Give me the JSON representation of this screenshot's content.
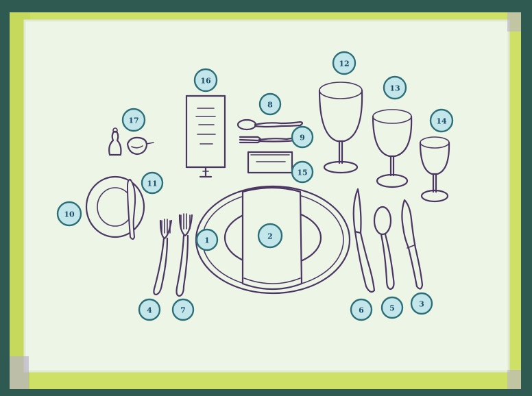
{
  "colors": {
    "frame": "#2f5a52",
    "border": "#cfe067",
    "mat": "#edf6e6",
    "ink": "#4b3563",
    "badge_fill": "#c2e6ea",
    "badge_stroke": "#2d6f78",
    "badge_text": "#1d4c66"
  },
  "labels": {
    "n1": "1",
    "n2": "2",
    "n3": "3",
    "n4": "4",
    "n5": "5",
    "n6": "6",
    "n7": "7",
    "n8": "8",
    "n9": "9",
    "n10": "10",
    "n11": "11",
    "n12": "12",
    "n13": "13",
    "n14": "14",
    "n15": "15",
    "n16": "16",
    "n17": "17"
  }
}
